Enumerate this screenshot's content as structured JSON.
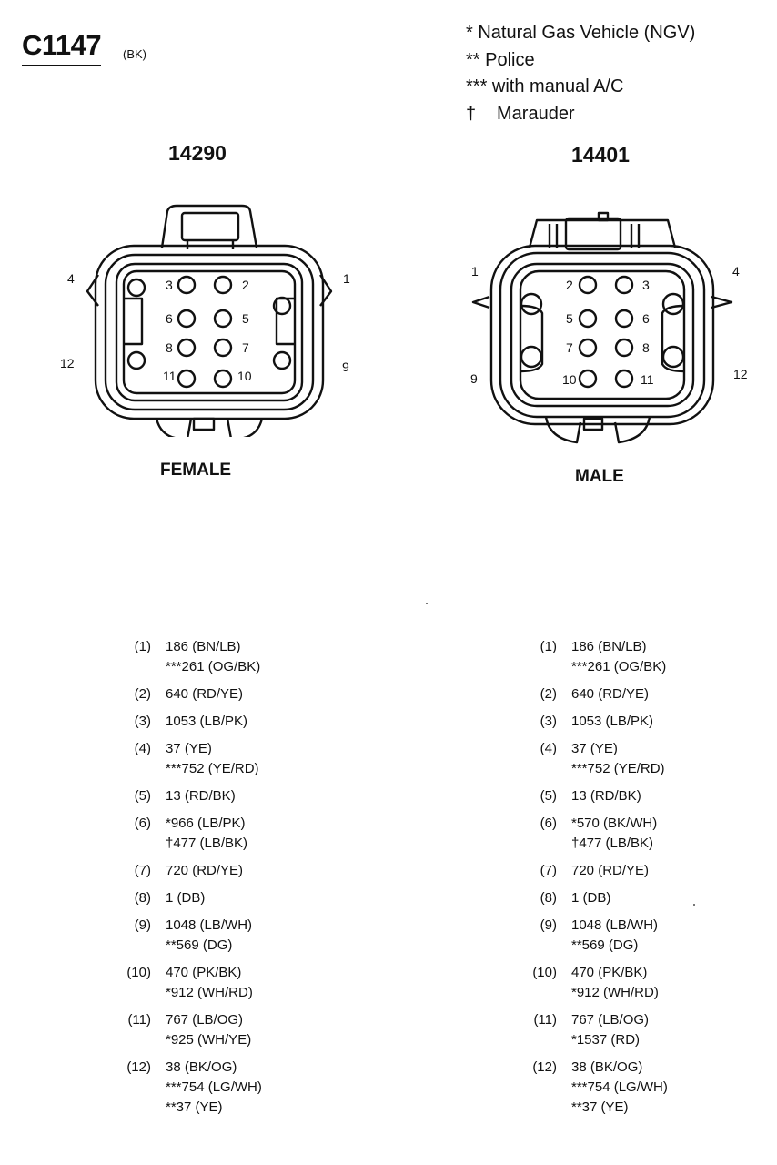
{
  "connector": {
    "id": "C1147",
    "color_code": "(BK)"
  },
  "legend": [
    {
      "mark": "*",
      "text": "Natural Gas Vehicle (NGV)"
    },
    {
      "mark": "**",
      "text": "Police"
    },
    {
      "mark": "***",
      "text": "with manual A/C"
    },
    {
      "mark": "†",
      "text": "Marauder"
    }
  ],
  "female": {
    "part": "14290",
    "label": "FEMALE",
    "corner_labels": {
      "top_left": "4",
      "top_right": "1",
      "bottom_left": "12",
      "bottom_right": "9"
    },
    "pins": {
      "p3": "3",
      "p2": "2",
      "p6": "6",
      "p5": "5",
      "p8": "8",
      "p7": "7",
      "p11": "11",
      "p10": "10"
    },
    "circuits": [
      {
        "pin": "(1)",
        "wires": [
          "186 (BN/LB)",
          "***261 (OG/BK)"
        ]
      },
      {
        "pin": "(2)",
        "wires": [
          "640 (RD/YE)"
        ]
      },
      {
        "pin": "(3)",
        "wires": [
          "1053 (LB/PK)"
        ]
      },
      {
        "pin": "(4)",
        "wires": [
          "37 (YE)",
          "***752 (YE/RD)"
        ]
      },
      {
        "pin": "(5)",
        "wires": [
          "13 (RD/BK)"
        ]
      },
      {
        "pin": "(6)",
        "wires": [
          "*966 (LB/PK)",
          "†477 (LB/BK)"
        ]
      },
      {
        "pin": "(7)",
        "wires": [
          "720 (RD/YE)"
        ]
      },
      {
        "pin": "(8)",
        "wires": [
          "1 (DB)"
        ]
      },
      {
        "pin": "(9)",
        "wires": [
          "1048 (LB/WH)",
          "**569 (DG)"
        ]
      },
      {
        "pin": "(10)",
        "wires": [
          "470 (PK/BK)",
          "*912 (WH/RD)"
        ]
      },
      {
        "pin": "(11)",
        "wires": [
          "767 (LB/OG)",
          "*925 (WH/YE)"
        ]
      },
      {
        "pin": "(12)",
        "wires": [
          "38 (BK/OG)",
          "***754 (LG/WH)",
          "**37 (YE)"
        ]
      }
    ]
  },
  "male": {
    "part": "14401",
    "label": "MALE",
    "corner_labels": {
      "top_left": "1",
      "top_right": "4",
      "bottom_left": "9",
      "bottom_right": "12"
    },
    "pins": {
      "p2": "2",
      "p3": "3",
      "p5": "5",
      "p6": "6",
      "p7": "7",
      "p8": "8",
      "p10": "10",
      "p11": "11"
    },
    "circuits": [
      {
        "pin": "(1)",
        "wires": [
          "186 (BN/LB)",
          "***261 (OG/BK)"
        ]
      },
      {
        "pin": "(2)",
        "wires": [
          "640 (RD/YE)"
        ]
      },
      {
        "pin": "(3)",
        "wires": [
          "1053 (LB/PK)"
        ]
      },
      {
        "pin": "(4)",
        "wires": [
          "37 (YE)",
          "***752 (YE/RD)"
        ]
      },
      {
        "pin": "(5)",
        "wires": [
          "13 (RD/BK)"
        ]
      },
      {
        "pin": "(6)",
        "wires": [
          "*570 (BK/WH)",
          "†477 (LB/BK)"
        ]
      },
      {
        "pin": "(7)",
        "wires": [
          "720 (RD/YE)"
        ]
      },
      {
        "pin": "(8)",
        "wires": [
          "1 (DB)"
        ]
      },
      {
        "pin": "(9)",
        "wires": [
          "1048 (LB/WH)",
          "**569 (DG)"
        ]
      },
      {
        "pin": "(10)",
        "wires": [
          "470 (PK/BK)",
          "*912 (WH/RD)"
        ]
      },
      {
        "pin": "(11)",
        "wires": [
          "767 (LB/OG)",
          "*1537 (RD)"
        ]
      },
      {
        "pin": "(12)",
        "wires": [
          "38 (BK/OG)",
          "***754 (LG/WH)",
          "**37 (YE)"
        ]
      }
    ]
  }
}
